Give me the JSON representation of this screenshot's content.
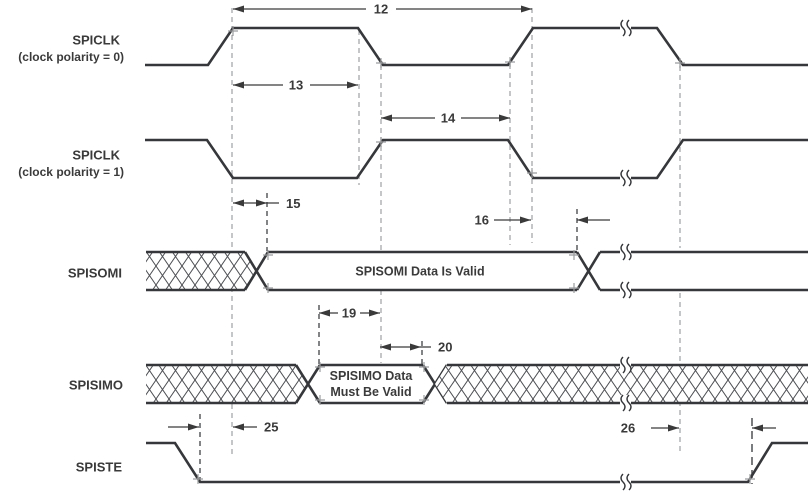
{
  "diagram_type": "SPI timing diagram",
  "signals": {
    "clk0": {
      "label": "SPICLK",
      "sublabel": "(clock polarity = 0)"
    },
    "clk1": {
      "label": "SPICLK",
      "sublabel": "(clock polarity = 1)"
    },
    "somi": {
      "label": "SPISOMI",
      "valid_text": "SPISOMI Data Is Valid"
    },
    "simo": {
      "label": "SPISIMO",
      "valid_line1": "SPISIMO Data",
      "valid_line2": "Must Be Valid"
    },
    "ste": {
      "label": "SPISTE"
    }
  },
  "timing_marks": {
    "t12": "12",
    "t13": "13",
    "t14": "14",
    "t15": "15",
    "t16": "16",
    "t19": "19",
    "t20": "20",
    "t25": "25",
    "t26": "26"
  },
  "colors": {
    "background": "#ffffff",
    "waveform": "#35373a",
    "text": "#3a3a3a",
    "reference_dash_light": "#abadb0",
    "reference_dash_dark": "#4d4f52"
  }
}
